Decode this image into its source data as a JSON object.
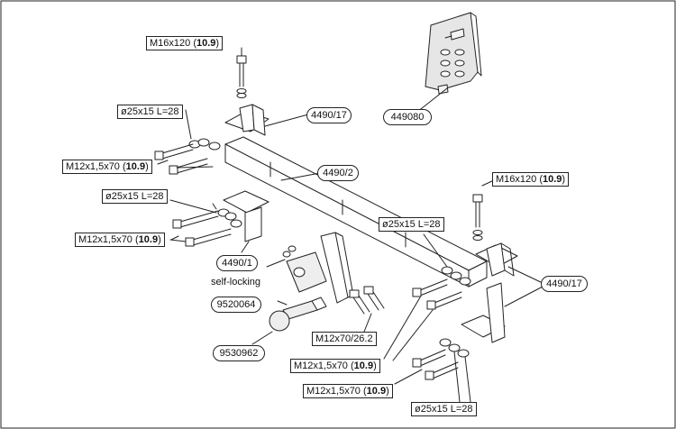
{
  "labels": {
    "bolt_m16_top": {
      "text": "M16x120",
      "grade": "10.9"
    },
    "washer_left_top": {
      "text": "ø25x15 L=28"
    },
    "bolt_m12_left_top": {
      "text": "M12x1,5x70",
      "grade": "10.9"
    },
    "washer_left_mid": {
      "text": "ø25x15 L=28"
    },
    "bolt_m12_left_mid": {
      "text": "M12x1,5x70",
      "grade": "10.9"
    },
    "bolt_m16_right": {
      "text": "M16x120",
      "grade": "10.9"
    },
    "washer_right_top": {
      "text": "ø25x15 L=28"
    },
    "self_locking": {
      "text": "self-locking"
    },
    "bolt_m12x70": {
      "text": "M12x70/26.2"
    },
    "bolt_m12_right_a": {
      "text": "M12x1,5x70",
      "grade": "10.9"
    },
    "bolt_m12_right_b": {
      "text": "M12x1,5x70",
      "grade": "10.9"
    },
    "washer_right_bottom": {
      "text": "ø25x15 L=28"
    }
  },
  "parts": {
    "p449080": "449080",
    "p4490_17_left": "4490/17",
    "p4490_2": "4490/2",
    "p4490_1": "4490/1",
    "p9520064": "9520064",
    "p9530962": "9530962",
    "p4490_17_right": "4490/17"
  }
}
